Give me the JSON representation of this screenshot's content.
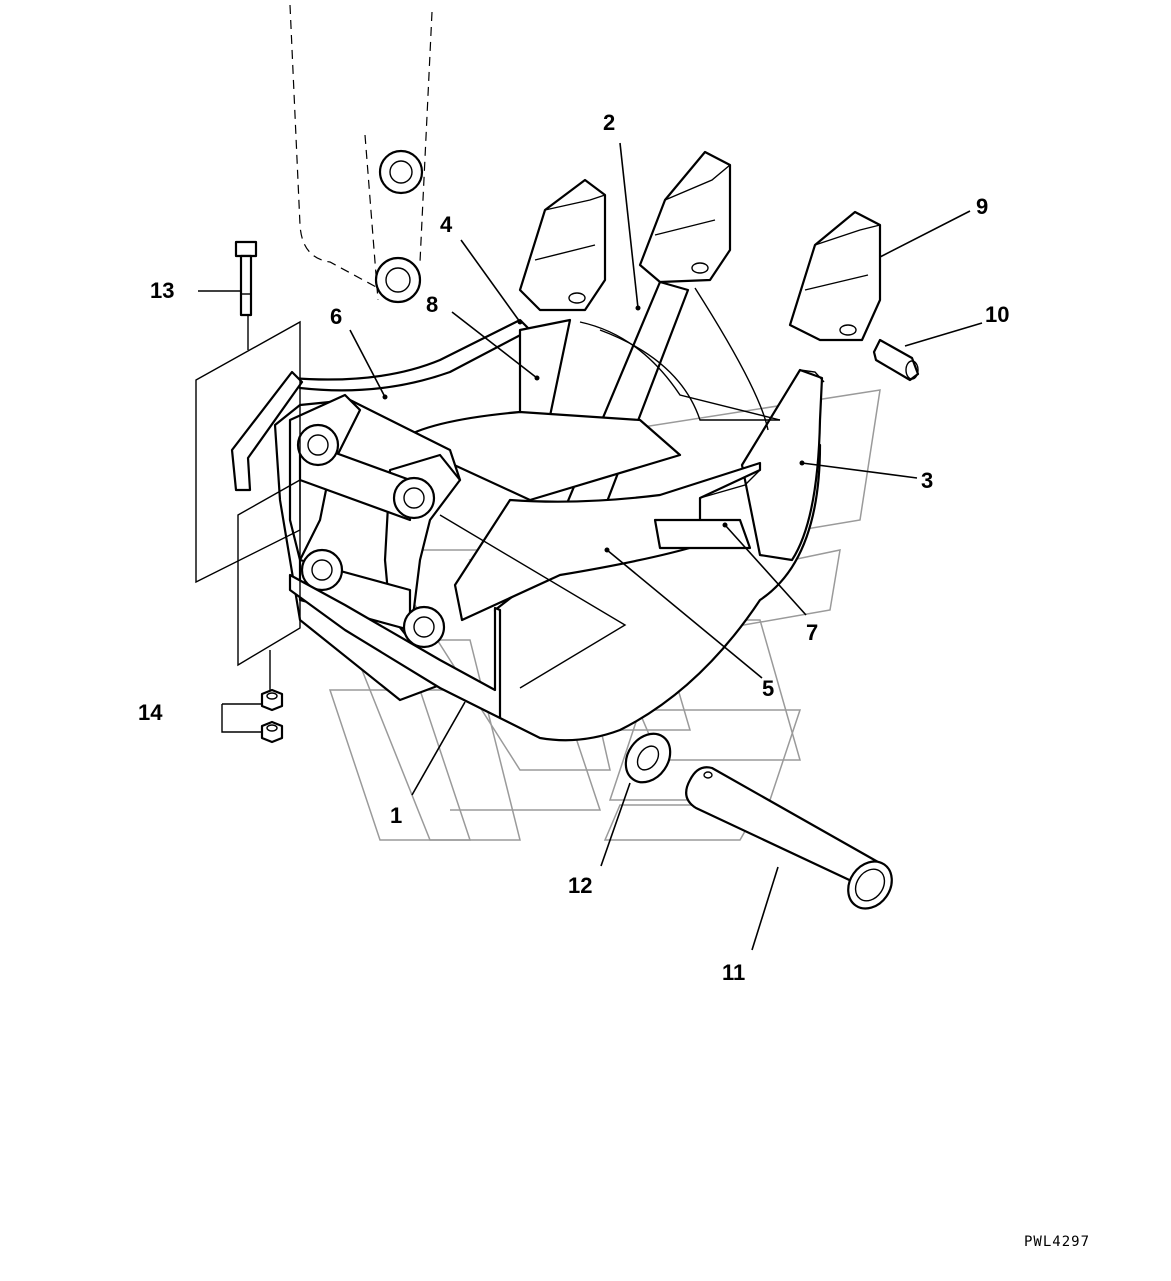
{
  "diagram": {
    "callouts": [
      {
        "id": "1",
        "label": "1"
      },
      {
        "id": "2",
        "label": "2"
      },
      {
        "id": "3",
        "label": "3"
      },
      {
        "id": "4",
        "label": "4"
      },
      {
        "id": "5",
        "label": "5"
      },
      {
        "id": "6",
        "label": "6"
      },
      {
        "id": "7",
        "label": "7"
      },
      {
        "id": "8",
        "label": "8"
      },
      {
        "id": "9",
        "label": "9"
      },
      {
        "id": "10",
        "label": "10"
      },
      {
        "id": "11",
        "label": "11"
      },
      {
        "id": "12",
        "label": "12"
      },
      {
        "id": "13",
        "label": "13"
      },
      {
        "id": "14",
        "label": "14"
      }
    ],
    "drawing_code": "PWL4297"
  }
}
